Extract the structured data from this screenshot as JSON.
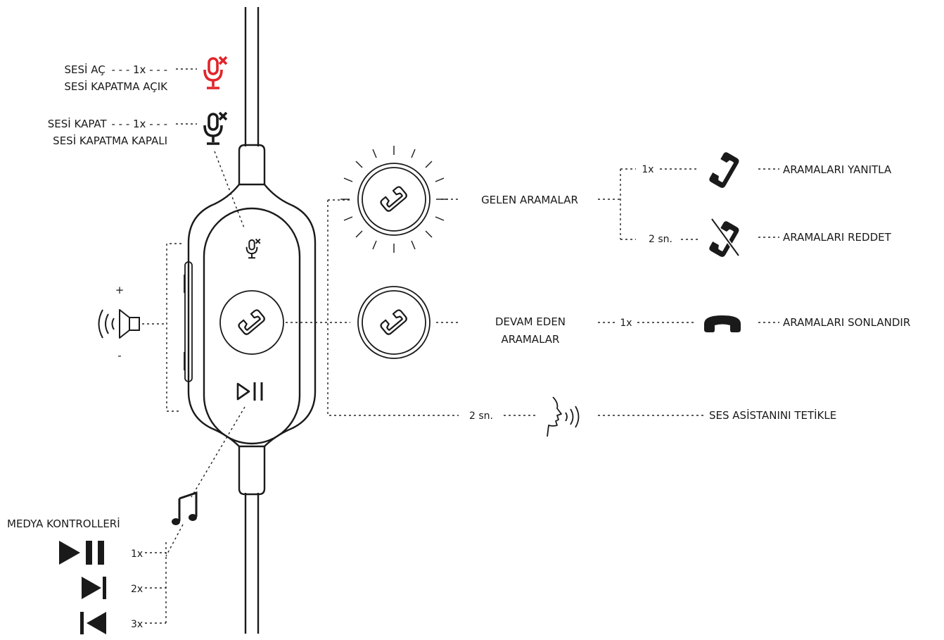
{
  "mute": {
    "unmute_label": "SESİ AÇ",
    "unmute_press": "1x",
    "unmute_state": "SESİ KAPATMA AÇIK",
    "mute_label": "SESİ KAPAT",
    "mute_press": "1x",
    "mute_state": "SESİ KAPATMA KAPALI",
    "active_color": "#e1242b"
  },
  "volume": {
    "plus": "+",
    "minus": "-"
  },
  "incoming": {
    "label": "GELEN ARAMALAR",
    "answer_press": "1x",
    "answer_label": "ARAMALARI YANITLA",
    "reject_press": "2 sn.",
    "reject_label": "ARAMALARI REDDET"
  },
  "ongoing": {
    "label_line1": "DEVAM EDEN",
    "label_line2": "ARAMALAR",
    "end_press": "1x",
    "end_label": "ARAMALARI SONLANDIR"
  },
  "assistant": {
    "press": "2 sn.",
    "label": "SES ASİSTANINI TETİKLE"
  },
  "media": {
    "title": "MEDYA KONTROLLERİ",
    "play_pause_press": "1x",
    "next_press": "2x",
    "previous_press": "3x"
  },
  "icons": [
    "mic-mute-icon",
    "phone-icon",
    "play-pause-icon",
    "speaker-icon",
    "music-note-icon",
    "voice-assistant-icon",
    "next-track-icon",
    "previous-track-icon"
  ]
}
